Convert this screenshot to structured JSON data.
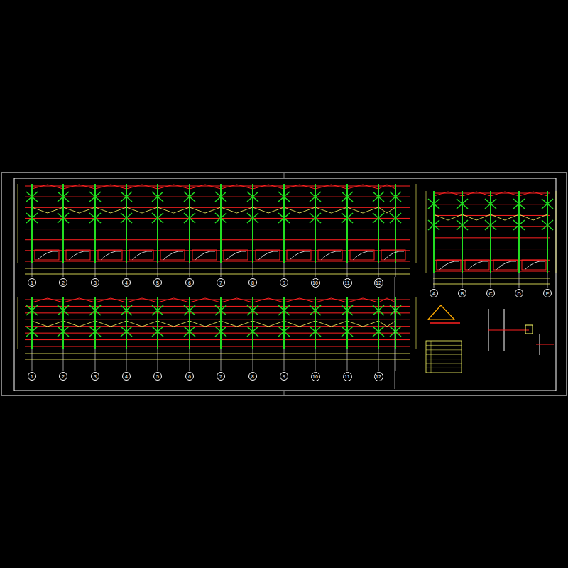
{
  "diagram": {
    "nodes": [
      {
        "text": [
          "1"
        ]
      },
      {
        "text": [
          "2"
        ]
      },
      {
        "text": [
          "3"
        ]
      },
      {
        "text": [
          "4"
        ]
      },
      {
        "text": [
          "5"
        ]
      },
      {
        "text": [
          "6"
        ]
      },
      {
        "text": [
          "7"
        ]
      },
      {
        "text": [
          "8"
        ]
      },
      {
        "text": [
          "9"
        ]
      },
      {
        "text": [
          "10"
        ]
      },
      {
        "text": [
          "11"
        ]
      },
      {
        "text": [
          "12"
        ]
      },
      {
        "text": [
          "1"
        ]
      },
      {
        "text": [
          "2"
        ]
      },
      {
        "text": [
          "3"
        ]
      },
      {
        "text": [
          "4"
        ]
      },
      {
        "text": [
          "5"
        ]
      },
      {
        "text": [
          "6"
        ]
      },
      {
        "text": [
          "7"
        ]
      },
      {
        "text": [
          "8"
        ]
      },
      {
        "text": [
          "9"
        ]
      },
      {
        "text": [
          "10"
        ]
      },
      {
        "text": [
          "11"
        ]
      },
      {
        "text": [
          "12"
        ]
      },
      {
        "text": [
          "A"
        ]
      },
      {
        "text": [
          "B"
        ]
      },
      {
        "text": [
          "C"
        ]
      },
      {
        "text": [
          "D"
        ]
      },
      {
        "text": [
          "E"
        ]
      }
    ]
  }
}
